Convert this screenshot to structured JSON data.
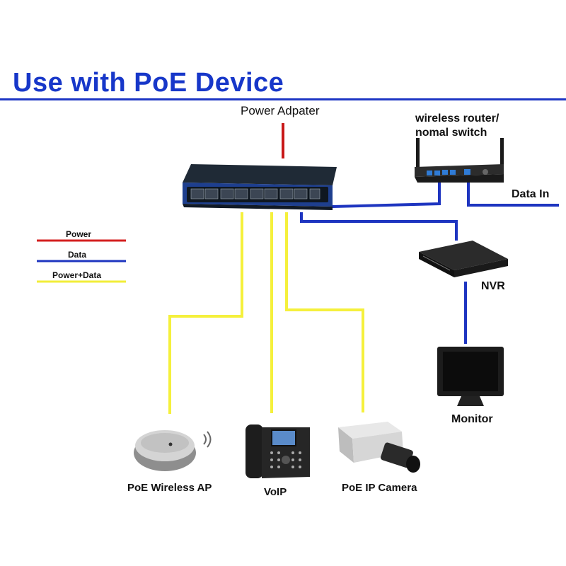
{
  "title": "Use with PoE Device",
  "labels": {
    "power_adapter": "Power Adpater",
    "router_line1": "wireless router/",
    "router_line2": "nomal switch",
    "data_in": "Data In",
    "nvr": "NVR",
    "monitor": "Monitor",
    "wireless_ap": "PoE Wireless AP",
    "voip": "VoIP",
    "ip_camera": "PoE IP Camera"
  },
  "legend": [
    {
      "label": "Power",
      "color": "#d42020"
    },
    {
      "label": "Data",
      "color": "#1e35c0"
    },
    {
      "label": "Power+Data",
      "color": "#f2ee3a"
    }
  ],
  "colors": {
    "title": "#1737c9",
    "power": "#c81818",
    "data": "#1e35c0",
    "power_data": "#f5f03c"
  }
}
